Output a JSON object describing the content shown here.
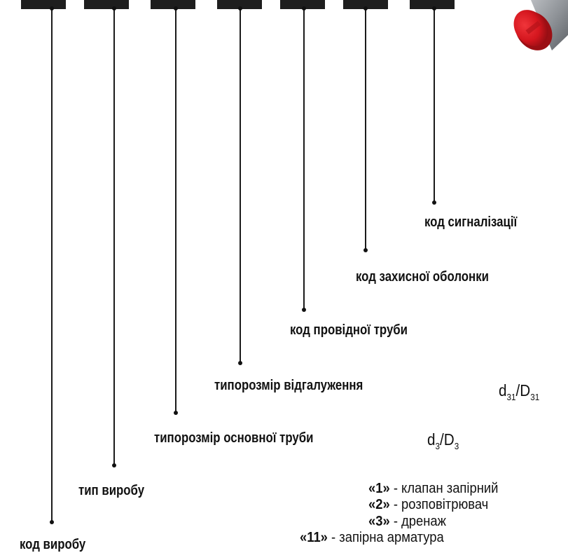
{
  "colors": {
    "line": "#1a1a1a",
    "box": "#1e1e1e",
    "plug_red": "#d4161e"
  },
  "code_fields": [
    {
      "label": "код виробу"
    },
    {
      "label": "тип виробу"
    },
    {
      "label": "типорозмір основної труби"
    },
    {
      "label": "типорозмір відгалуження"
    },
    {
      "label": "код провідної труби"
    },
    {
      "label": "код захисної оболонки"
    },
    {
      "label": "код сигналізації"
    }
  ],
  "formulas": {
    "main": {
      "d": "d",
      "d_sub": "3",
      "sep": "/",
      "D": "D",
      "D_sub": "3"
    },
    "branch": {
      "d": "d",
      "d_sub": "31",
      "sep": "/",
      "D": "D",
      "D_sub": "31"
    }
  },
  "type_options": [
    {
      "code": "«1»",
      "text": " - клапан запірний"
    },
    {
      "code": "«2»",
      "text": " - розповітрювач"
    },
    {
      "code": "«3»",
      "text": " - дренаж"
    },
    {
      "code": "«11»",
      "text": " - запірна арматура"
    }
  ],
  "image": {
    "icon": "red-pipe-cap-icon"
  }
}
